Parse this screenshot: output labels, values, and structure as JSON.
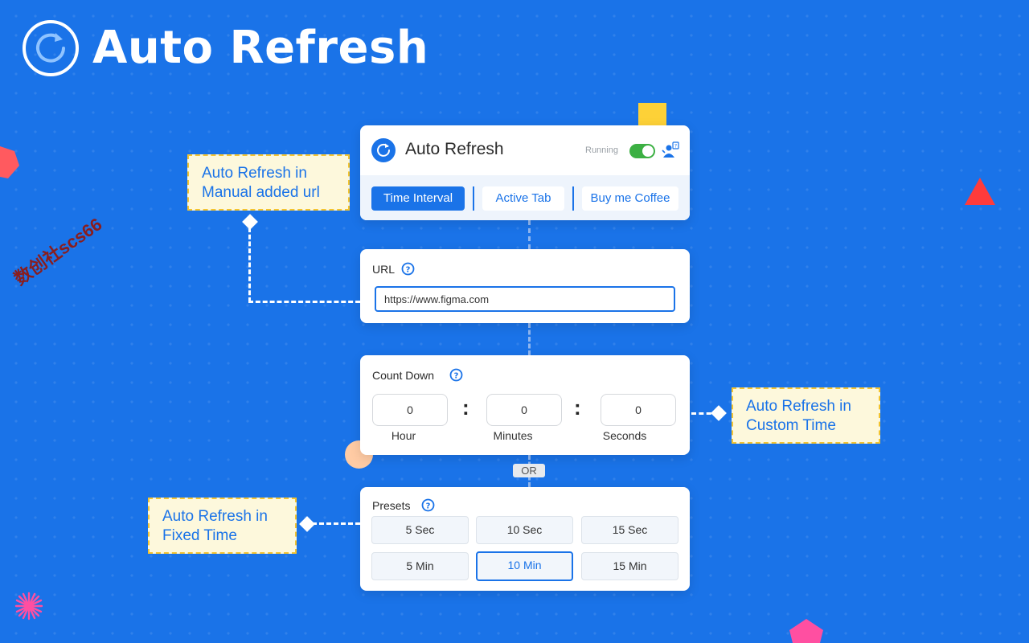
{
  "hero": {
    "title": "Auto Refresh"
  },
  "popup": {
    "title": "Auto Refresh",
    "status_label": "Running",
    "toggle_on": true,
    "tabs": [
      {
        "label": "Time Interval",
        "active": true
      },
      {
        "label": "Active Tab",
        "active": false
      },
      {
        "label": "Buy me Coffee",
        "active": false
      }
    ]
  },
  "url_section": {
    "label": "URL",
    "value": "https://www.figma.com"
  },
  "countdown": {
    "label": "Count Down",
    "fields": [
      {
        "value": "0",
        "label": "Hour"
      },
      {
        "value": "0",
        "label": "Minutes"
      },
      {
        "value": "0",
        "label": "Seconds"
      }
    ]
  },
  "or_label": "OR",
  "presets": {
    "label": "Presets",
    "options": [
      "5 Sec",
      "10 Sec",
      "15 Sec",
      "5 Min",
      "10 Min",
      "15 Min"
    ],
    "selected": "10 Min"
  },
  "callouts": {
    "manual": [
      "Auto Refresh in",
      "Manual added url"
    ],
    "custom": [
      "Auto Refresh in",
      "Custom Time"
    ],
    "fixed": [
      "Auto Refresh in",
      "Fixed Time"
    ]
  },
  "watermark": "数创社scs66",
  "icons": {
    "logo": "refresh-icon",
    "help": "question-circle-icon",
    "user_help": "user-help-icon"
  },
  "colors": {
    "background": "#1a73e8",
    "accent": "#1a73e8",
    "toggle": "#3cb043",
    "callout_bg": "#fdf8dc",
    "callout_border": "#f4c430"
  }
}
